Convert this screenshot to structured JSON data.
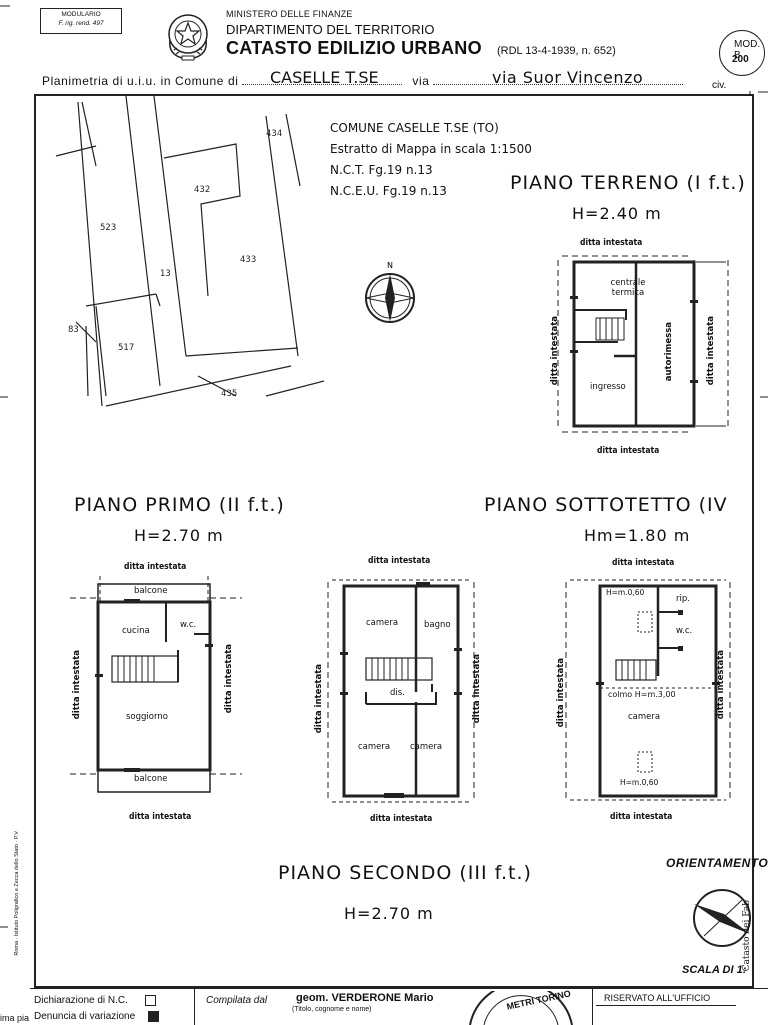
{
  "header": {
    "modulario": "MODULARIO",
    "modulario_sub": "F. rig. rend. 497",
    "ministry": "MINISTERO DELLE FINANZE",
    "department": "DIPARTIMENTO DEL TERRITORIO",
    "title": "CATASTO EDILIZIO URBANO",
    "law": "(RDL 13-4-1939, n. 652)",
    "model_top": "MOD. B",
    "model_num": "200",
    "planimetria_label": "Planimetria di u.i.u. in Comune di",
    "comune": "CASELLE T.SE",
    "via_label": "via",
    "via": "via Suor Vincenzo",
    "civ_label": "civ."
  },
  "map": {
    "info_lines": [
      "COMUNE CASELLE T.SE (TO)",
      "Estratto di Mappa in scala 1:1500",
      "N.C.T. Fg.19 n.13",
      "N.C.E.U. Fg.19 n.13"
    ],
    "parcels": [
      "434",
      "432",
      "523",
      "13",
      "433",
      "83",
      "517",
      "435"
    ],
    "north": "N"
  },
  "floors": {
    "terreno": {
      "title": "PIANO TERRENO (I f.t.)",
      "height": "H=2.40 m",
      "rooms": [
        "centrale termica",
        "ingresso",
        "autorimessa"
      ]
    },
    "primo": {
      "title": "PIANO PRIMO (II f.t.)",
      "height": "H=2.70 m",
      "rooms": [
        "balcone",
        "cucina",
        "w.c.",
        "soggiorno",
        "balcone"
      ]
    },
    "secondo": {
      "title": "PIANO SECONDO (III f.t.)",
      "height": "H=2.70 m",
      "rooms": [
        "camera",
        "bagno",
        "dis.",
        "camera",
        "camera"
      ]
    },
    "sottotetto": {
      "title": "PIANO SOTTOTETTO (IV",
      "height": "Hm=1.80 m",
      "rooms": [
        "H=m.0,60",
        "rip.",
        "w.c.",
        "colmo H=m.3,00",
        "camera",
        "H=m.0,60"
      ]
    },
    "ditta": "ditta intestata"
  },
  "orientation": {
    "label": "ORIENTAMENTO",
    "scale_label": "SCALA DI 1:"
  },
  "footer": {
    "dichiarazione": "Dichiarazione di N.C.",
    "denuncia": "Denuncia di variazione",
    "compilata_label": "Compilata dal",
    "compilata_value": "geom. VERDERONE Mario",
    "compilata_sub": "(Titolo, cognome e nome)",
    "stamp_text": "METRI TORINO",
    "riservato": "RISERVATO ALL'UFFICIO",
    "side_note": "Catasto dei Fab",
    "left_clip": "ima pia",
    "margin_print": "Roma · Istituto Poligrafico e Zecca dello Stato · P.V."
  }
}
